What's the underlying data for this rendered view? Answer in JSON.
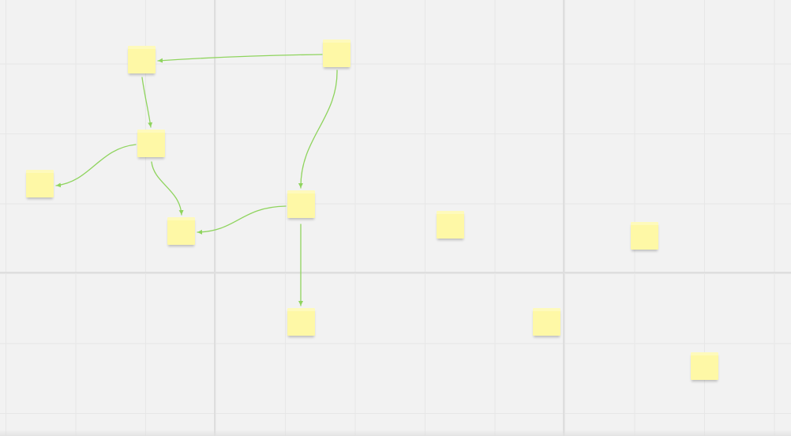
{
  "board": {
    "background_color": "#f2f2f2",
    "grid_color": "#e7e7e7",
    "major_grid_color": "#dedede"
  },
  "sticky_note_color": "#fef8a6",
  "connector_color": "#8fd45e",
  "sticky_notes": [
    {
      "id": "n1",
      "text": ""
    },
    {
      "id": "n2",
      "text": ""
    },
    {
      "id": "n3",
      "text": ""
    },
    {
      "id": "n4",
      "text": ""
    },
    {
      "id": "n5",
      "text": ""
    },
    {
      "id": "n6",
      "text": ""
    },
    {
      "id": "n7",
      "text": ""
    },
    {
      "id": "n8",
      "text": ""
    },
    {
      "id": "n9",
      "text": ""
    },
    {
      "id": "n10",
      "text": ""
    },
    {
      "id": "n11",
      "text": ""
    },
    {
      "id": "n12",
      "text": ""
    }
  ],
  "connectors": [
    {
      "from": "n2",
      "to": "n1"
    },
    {
      "from": "n1",
      "to": "n3"
    },
    {
      "from": "n3",
      "to": "n4"
    },
    {
      "from": "n3",
      "to": "n5"
    },
    {
      "from": "n2",
      "to": "n6"
    },
    {
      "from": "n6",
      "to": "n5"
    },
    {
      "from": "n6",
      "to": "n9"
    }
  ]
}
